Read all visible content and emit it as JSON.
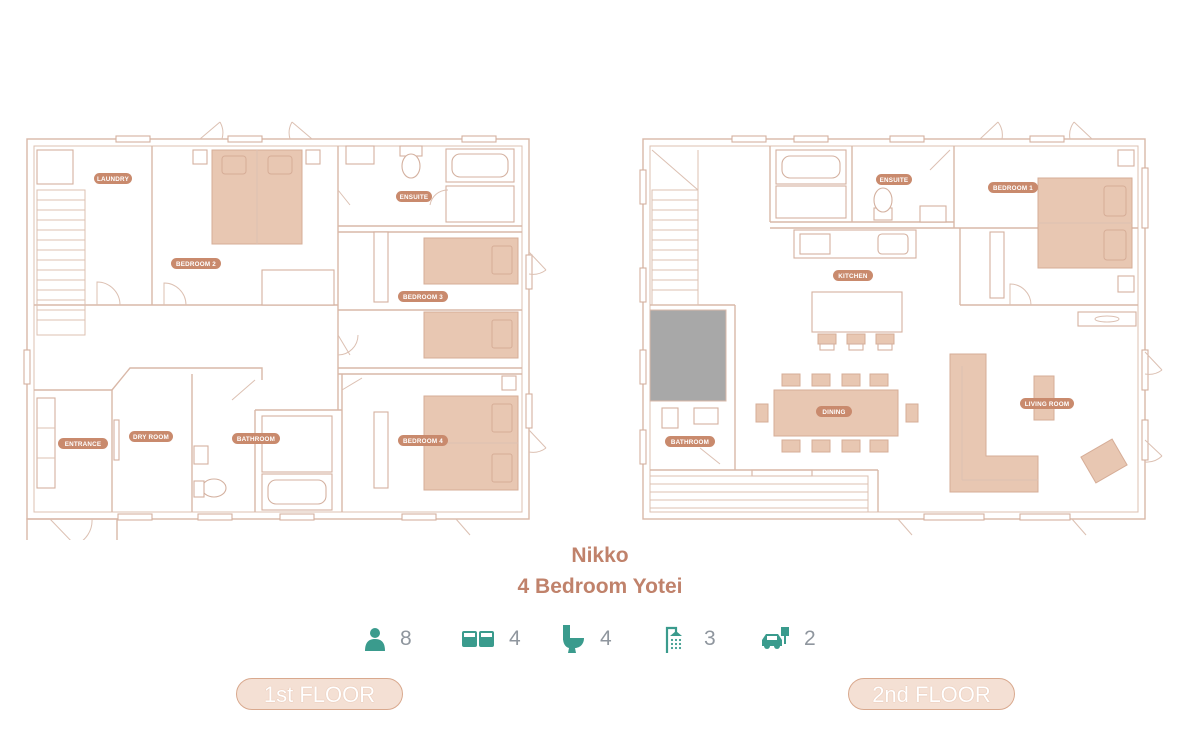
{
  "property": {
    "name": "Nikko",
    "type": "4 Bedroom Yotei"
  },
  "stats": [
    {
      "icon": "guests-icon",
      "value": "8"
    },
    {
      "icon": "beds-icon",
      "value": "4"
    },
    {
      "icon": "toilet-icon",
      "value": "4"
    },
    {
      "icon": "shower-icon",
      "value": "3"
    },
    {
      "icon": "parking-icon",
      "value": "2"
    }
  ],
  "floors": {
    "first": "1st FLOOR",
    "second": "2nd FLOOR"
  },
  "rooms": {
    "laundry": "LAUNDRY",
    "bedroom2": "BEDROOM 2",
    "ensuite1": "ENSUITE",
    "bedroom3": "BEDROOM 3",
    "bedroom4": "BEDROOM 4",
    "entrance": "ENTRANCE",
    "dryroom": "DRY ROOM",
    "bathroom1": "BATHROOM",
    "ensuite2": "ENSUITE",
    "bedroom1": "BEDROOM 1",
    "kitchen": "KITCHEN",
    "dining": "DINING",
    "living": "LIVING ROOM",
    "bathroom2": "BATHROOM"
  },
  "colors": {
    "accent": "#c0826b",
    "wall": "#d9b8a8",
    "furniture": "#e8c7b2",
    "icon": "#3a9b8d",
    "label": "#c98a6d"
  }
}
